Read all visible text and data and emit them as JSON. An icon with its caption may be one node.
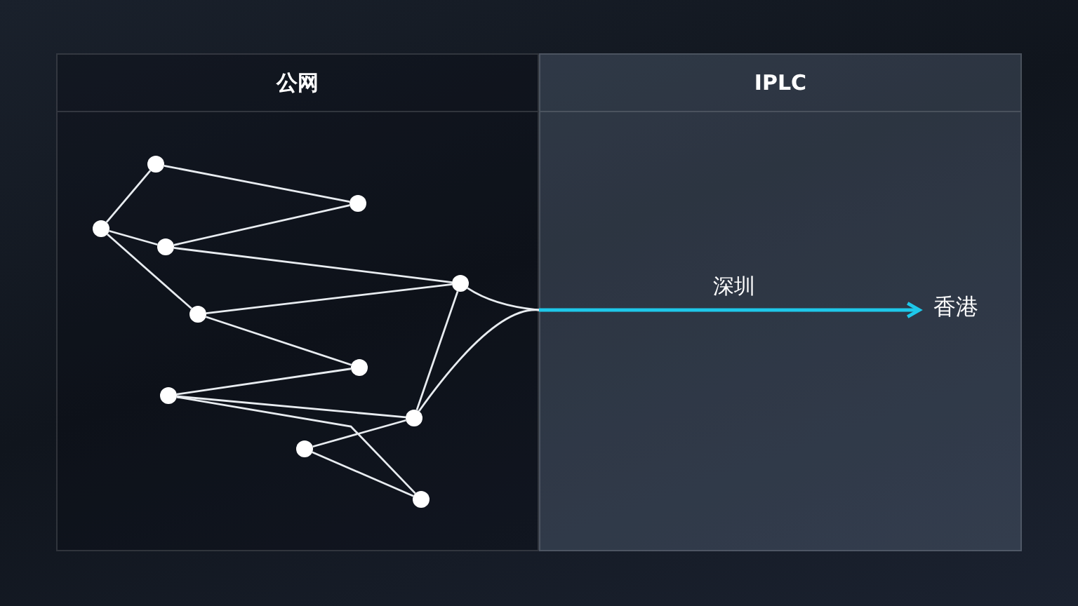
{
  "diagram": {
    "nodes": [
      {
        "text": [
          "公网"
        ]
      },
      {
        "text": [
          "IPLC"
        ]
      },
      {
        "text": [],
        "shape": "circle",
        "in": 0
      },
      {
        "text": [],
        "shape": "circle",
        "in": 0
      },
      {
        "text": [],
        "shape": "circle",
        "in": 0
      },
      {
        "text": [],
        "shape": "circle",
        "in": 0
      },
      {
        "text": [],
        "shape": "circle",
        "in": 0
      },
      {
        "text": [],
        "shape": "circle",
        "in": 0
      },
      {
        "text": [],
        "shape": "circle",
        "in": 0
      },
      {
        "text": [],
        "shape": "circle",
        "in": 0
      },
      {
        "text": [],
        "shape": "circle",
        "in": 0
      },
      {
        "text": [],
        "shape": "circle",
        "in": 0
      },
      {
        "text": [],
        "shape": "circle",
        "in": 0
      },
      {
        "text": [
          "香港"
        ],
        "in": 1
      }
    ],
    "edges": [
      {
        "from": 2,
        "to": 3,
        "arrow": "none"
      },
      {
        "from": 2,
        "to": 4,
        "arrow": "none"
      },
      {
        "from": 4,
        "to": 5,
        "arrow": "none"
      },
      {
        "from": 4,
        "to": 7,
        "arrow": "none"
      },
      {
        "from": 3,
        "to": 5,
        "arrow": "none"
      },
      {
        "from": 5,
        "to": 6,
        "arrow": "none"
      },
      {
        "from": 7,
        "to": 6,
        "arrow": "none"
      },
      {
        "from": 7,
        "to": 8,
        "arrow": "none"
      },
      {
        "from": 8,
        "to": 9,
        "arrow": "none"
      },
      {
        "from": 9,
        "to": 12,
        "arrow": "none"
      },
      {
        "from": 9,
        "to": 10,
        "arrow": "none"
      },
      {
        "from": 11,
        "to": 10,
        "arrow": "none"
      },
      {
        "from": 11,
        "to": 12,
        "arrow": "none"
      },
      {
        "from": 6,
        "to": 10,
        "arrow": "none"
      },
      {
        "from": 6,
        "to": 13,
        "arrow": "to",
        "color": "#1ec8ea",
        "label": "深圳"
      },
      {
        "from": 10,
        "to": 13,
        "arrow": "to",
        "color": "#1ec8ea"
      }
    ]
  }
}
